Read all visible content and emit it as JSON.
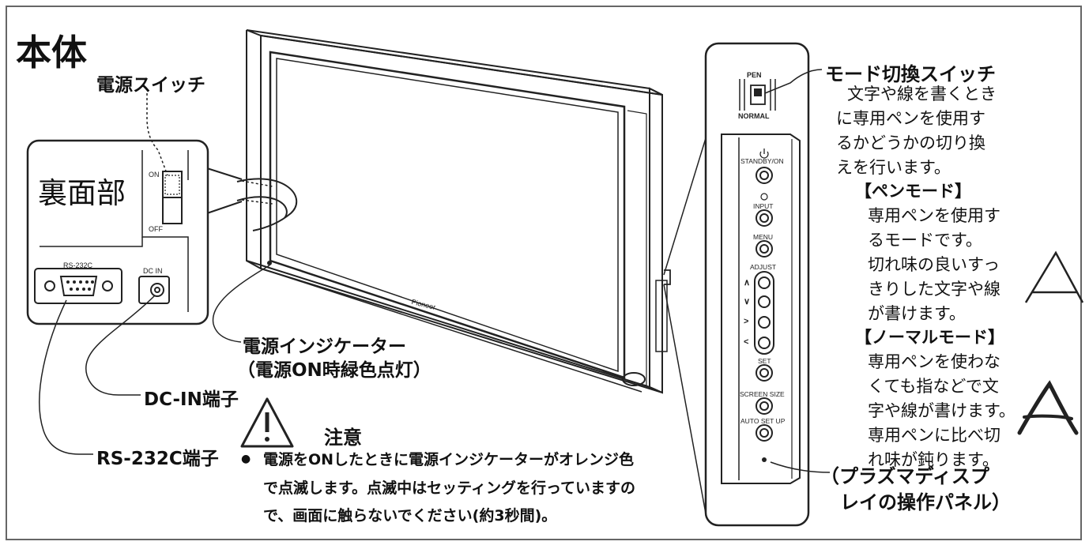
{
  "title": "本体",
  "back_panel": {
    "title": "裏面部",
    "on_label": "ON",
    "off_label": "OFF",
    "rs232c_label": "RS-232C",
    "dcin_label": "DC IN"
  },
  "callouts": {
    "power_switch": "電源スイッチ",
    "power_indicator": "電源インジケーター",
    "power_indicator_note": "（電源ON時緑色点灯）",
    "dcin_terminal": "DC-IN端子",
    "rs232c_terminal": "RS-232C端子",
    "mode_switch": "モード切換スイッチ",
    "panel_caption_1": "（プラズマディスプ",
    "panel_caption_2": "レイの操作パネル）"
  },
  "brand_logo": "Pioneer",
  "mode_switch": {
    "pen_label": "PEN",
    "normal_label": "NORMAL",
    "description": [
      "文字や線を書くとき",
      "に専用ペンを使用す",
      "るかどうかの切り換",
      "えを行います。"
    ],
    "pen_mode_heading": "【ペンモード】",
    "pen_mode_text": [
      "専用ペンを使用す",
      "るモードです。",
      "切れ味の良いすっ",
      "きりした文字や線",
      "が書けます。"
    ],
    "normal_mode_heading": "【ノーマルモード】",
    "normal_mode_text": [
      "専用ペンを使わな",
      "くても指などで文",
      "字や線が書けます。",
      "専用ペンに比べ切",
      "れ味が鈍ります。"
    ],
    "sample_glyph": "A"
  },
  "control_panel": {
    "standby_label": "STANDBY/ON",
    "input_label": "INPUT",
    "menu_label": "MENU",
    "adjust_label": "ADJUST",
    "arrows": [
      "∧",
      "∨",
      ">",
      "<"
    ],
    "set_label": "SET",
    "screen_size_label": "SCREEN SIZE",
    "auto_setup_label": "AUTO SET UP"
  },
  "caution": {
    "heading": "注意",
    "bullet": "●",
    "lines": [
      "電源をONしたときに電源インジケーターがオレンジ色",
      "で点滅します。点滅中はセッティングを行っていますの",
      "で、画面に触らないでください(約3秒間)。"
    ]
  }
}
